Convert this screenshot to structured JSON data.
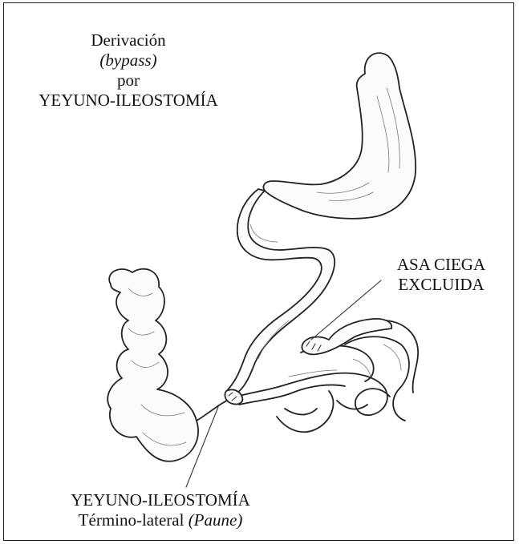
{
  "title": {
    "line1": "Derivación",
    "line2": "(bypass)",
    "line3": "por",
    "line4": "YEYUNO-ILEOSTOMÍA"
  },
  "labels": {
    "blind_loop_line1": "ASA CIEGA",
    "blind_loop_line2": "EXCLUIDA",
    "anastomosis_line1": "YEYUNO-ILEOSTOMÍA",
    "anastomosis_line2_plain": "Término-lateral ",
    "anastomosis_line2_italic": "(Paune)"
  }
}
